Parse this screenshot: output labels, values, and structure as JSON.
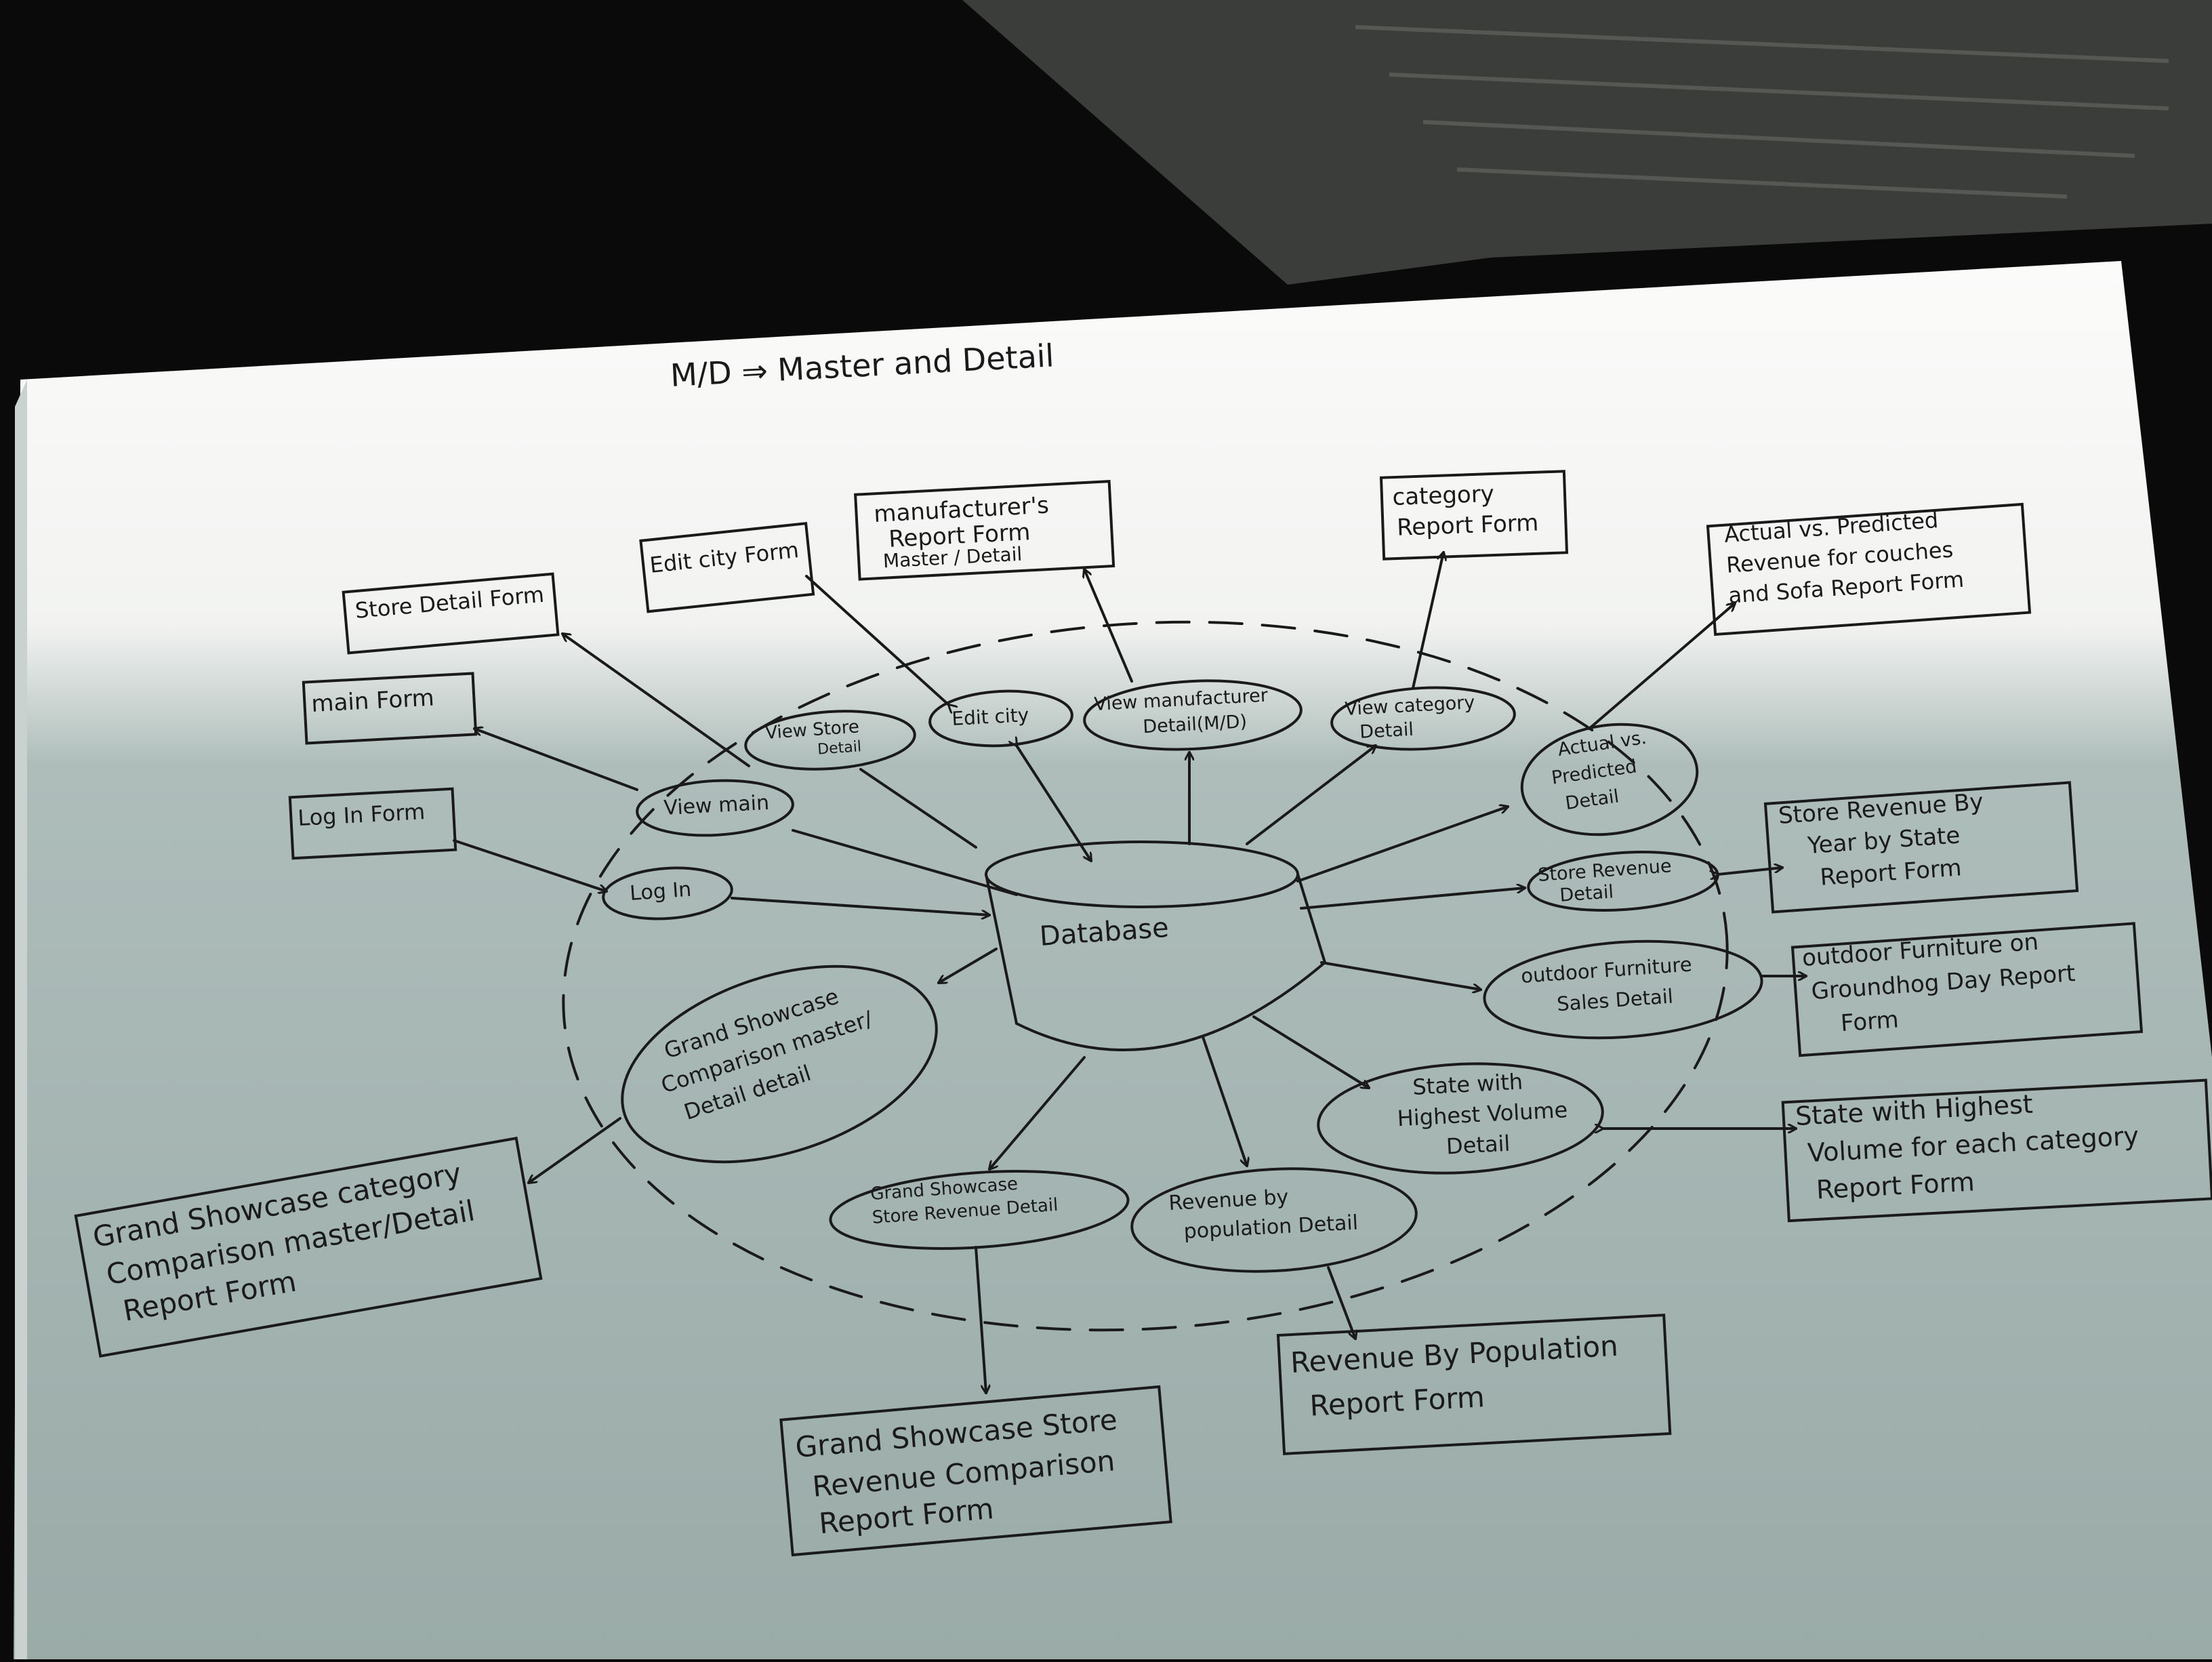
{
  "legend": "M/D ⇒ Master and Detail",
  "database": "Database",
  "forms": {
    "login": "Log In Form",
    "main": "main Form",
    "store_detail": "Store Detail Form",
    "edit_city": "Edit city Form",
    "manufacturer": [
      "manufacturer's",
      "Report Form",
      "Master / Detail"
    ],
    "category": [
      "category",
      "Report Form"
    ],
    "actual_vs_predicted": [
      "Actual vs. Predicted",
      "Revenue for couches",
      "and Sofa Report Form"
    ],
    "store_revenue": [
      "Store Revenue By",
      "Year by State",
      "Report Form"
    ],
    "outdoor": [
      "outdoor Furniture on",
      "Groundhog Day Report",
      "Form"
    ],
    "state_highest": [
      "State with Highest",
      "Volume for each category",
      "Report Form"
    ],
    "revenue_population": [
      "Revenue By Population",
      "Report Form"
    ],
    "grand_store": [
      "Grand Showcase Store",
      "Revenue Comparison",
      "Report Form"
    ],
    "grand_category": [
      "Grand Showcase category",
      "Comparison master/Detail",
      "Report Form"
    ]
  },
  "details": {
    "login": "Log In",
    "main": "View main",
    "store": [
      "View Store",
      "Detail"
    ],
    "city": "Edit city",
    "manufacturer": [
      "View manufacturer",
      "Detail(M/D)"
    ],
    "category": [
      "View category",
      "Detail"
    ],
    "actual": [
      "Actual vs.",
      "Predicted",
      "Detail"
    ],
    "store_revenue": [
      "Store Revenue",
      "Detail"
    ],
    "outdoor": [
      "outdoor Furniture",
      "Sales Detail"
    ],
    "state_highest": [
      "State with",
      "Highest Volume",
      "Detail"
    ],
    "revenue_population": [
      "Revenue by",
      "population Detail"
    ],
    "grand_store": [
      "Grand Showcase",
      "Store Revenue Detail"
    ],
    "grand_category": [
      "Grand Showcase",
      "Comparison master/",
      "Detail detail"
    ]
  },
  "colors": {
    "paper": "#eef1ee",
    "paper_shadow": "#9fb0ad",
    "ink": "#1a1a1a",
    "background": "#0a0a0a"
  }
}
